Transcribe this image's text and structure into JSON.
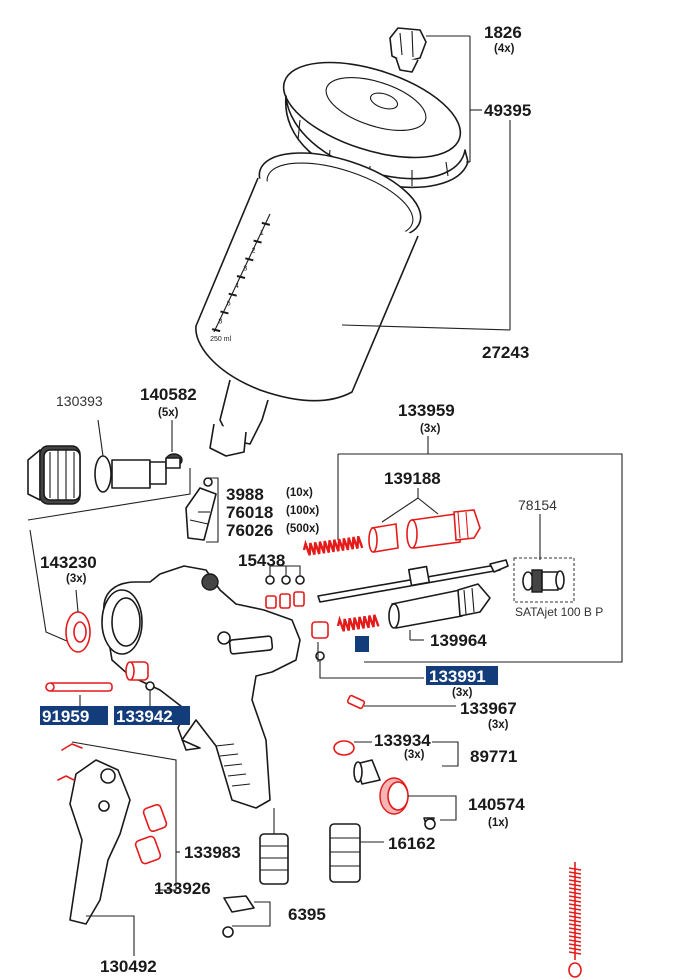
{
  "colors": {
    "highlight_box": "#133c7a",
    "red_parts": "#e51a1a",
    "line": "#1a1a1a"
  },
  "cup": {
    "cup_markings": [
      "1",
      "2",
      "3",
      "4",
      "6",
      "8",
      "250 ml"
    ]
  },
  "callouts": {
    "c1826": {
      "number": "1826",
      "qty": "(4x)"
    },
    "c49395": {
      "number": "49395"
    },
    "c27243": {
      "number": "27243"
    },
    "c130393": {
      "number": "130393"
    },
    "c140582": {
      "number": "140582",
      "qty": "(5x)"
    },
    "c133959": {
      "number": "133959",
      "qty": "(3x)"
    },
    "c139188": {
      "number": "139188"
    },
    "c78154": {
      "number": "78154"
    },
    "satajet": {
      "label": "SATAjet 100 B P"
    },
    "c3988": {
      "number": "3988",
      "qty": "(10x)"
    },
    "c76018": {
      "number": "76018",
      "qty": "(100x)"
    },
    "c76026": {
      "number": "76026",
      "qty": "(500x)"
    },
    "c143230": {
      "number": "143230",
      "qty": "(3x)"
    },
    "c15438": {
      "number": "15438"
    },
    "c139964": {
      "number": "139964"
    },
    "c133991": {
      "number": "133991",
      "qty": "(3x)"
    },
    "c91959": {
      "number": "91959"
    },
    "c133942": {
      "number": "133942"
    },
    "c133967": {
      "number": "133967",
      "qty": "(3x)"
    },
    "c133934": {
      "number": "133934",
      "qty": "(3x)"
    },
    "c89771": {
      "number": "89771"
    },
    "c140574": {
      "number": "140574",
      "qty": "(1x)"
    },
    "c133983": {
      "number": "133983"
    },
    "c16162": {
      "number": "16162"
    },
    "c133926": {
      "number": "133926"
    },
    "c6395": {
      "number": "6395"
    },
    "c130492": {
      "number": "130492"
    }
  }
}
